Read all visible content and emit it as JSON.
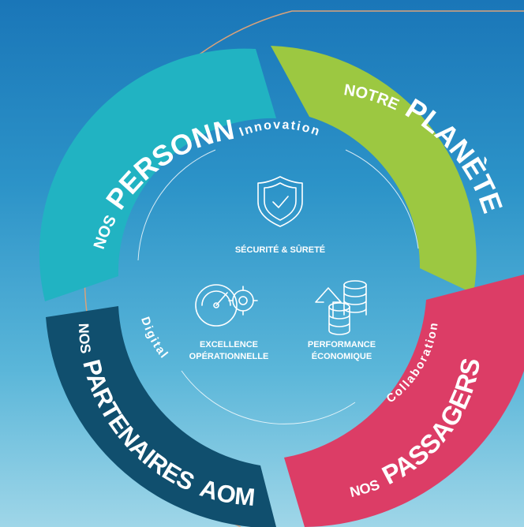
{
  "colors": {
    "personnels": "#21b3c2",
    "planete": "#9cc841",
    "passagers": "#dc3d66",
    "partenaires": "#104f6e",
    "orbit": "#d9a27a"
  },
  "segments": {
    "personnels": {
      "small": "NOS",
      "big": "PERSONNELS"
    },
    "planete": {
      "small": "NOTRE",
      "big": "PLANÈTE"
    },
    "passagers": {
      "small": "NOS",
      "big": "PASSAGERS"
    },
    "partenaires": {
      "small": "NOS",
      "big": "PARTENAIRES",
      "tail": "AOM"
    }
  },
  "ring_words": {
    "innovation": "Innovation",
    "collaboration": "Collaboration",
    "digital": "Digital"
  },
  "center": {
    "securite": {
      "label": "SÉCURITÉ & SÛRETÉ",
      "icon": "shield-check-icon"
    },
    "excellence": {
      "line1": "EXCELLENCE",
      "line2": "OPÉRATIONNELLE",
      "icon": "gauge-gear-icon"
    },
    "performance": {
      "line1": "PERFORMANCE",
      "line2": "ÉCONOMIQUE",
      "icon": "coins-arrow-icon"
    }
  }
}
